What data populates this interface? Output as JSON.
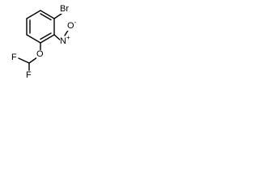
{
  "molecule": {
    "atoms": {
      "bromine": {
        "symbol": "Br"
      },
      "nitro_nitrogen": {
        "symbol": "N",
        "charge": "+"
      },
      "nitro_oxygen_top": {
        "symbol": "O",
        "charge": "-"
      },
      "ether_oxygen": {
        "symbol": "O"
      },
      "fluorine_left": {
        "symbol": "F"
      },
      "fluorine_right": {
        "symbol": "F"
      }
    },
    "colors": {
      "ink": "#000000",
      "background": "#ffffff"
    }
  }
}
